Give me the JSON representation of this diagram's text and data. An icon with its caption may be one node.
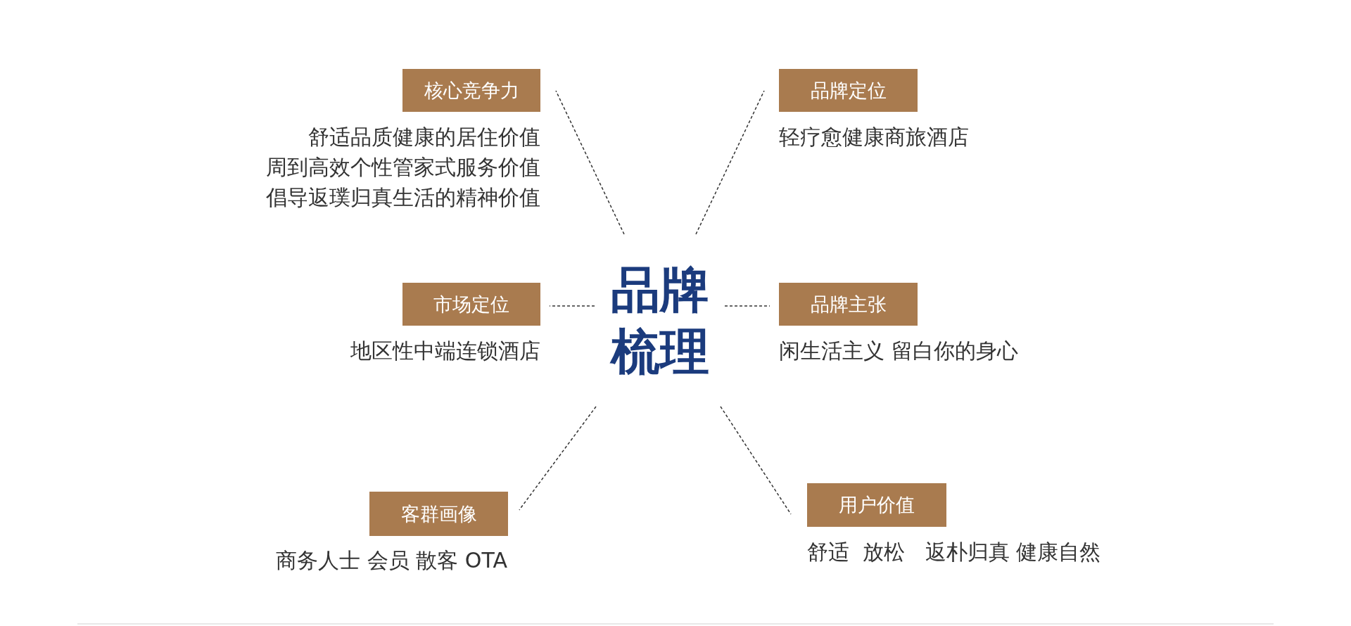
{
  "diagram": {
    "nodes": [
      {
        "text": [
          "品牌梳理"
        ]
      },
      {
        "text": [
          "核心竞争力",
          "舒适品质健康的居住价值",
          "周到高效个性管家式服务价值",
          "倡导返璞归真生活的精神价值"
        ]
      },
      {
        "text": [
          "品牌定位",
          "轻疗愈健康商旅酒店"
        ]
      },
      {
        "text": [
          "市场定位",
          "地区性中端连锁酒店"
        ]
      },
      {
        "text": [
          "品牌主张",
          "闲生活主义 留白你的身心"
        ]
      },
      {
        "text": [
          "客群画像",
          "商务人士 会员 散客 OTA"
        ]
      },
      {
        "text": [
          "用户价值",
          "舒适  放松   返朴归真 健康自然"
        ]
      }
    ],
    "edges": [
      {
        "from": 0,
        "to": 1,
        "arrow": "none"
      },
      {
        "from": 0,
        "to": 2,
        "arrow": "none"
      },
      {
        "from": 0,
        "to": 3,
        "arrow": "none"
      },
      {
        "from": 0,
        "to": 4,
        "arrow": "none"
      },
      {
        "from": 0,
        "to": 5,
        "arrow": "none"
      },
      {
        "from": 0,
        "to": 6,
        "arrow": "none"
      }
    ]
  }
}
